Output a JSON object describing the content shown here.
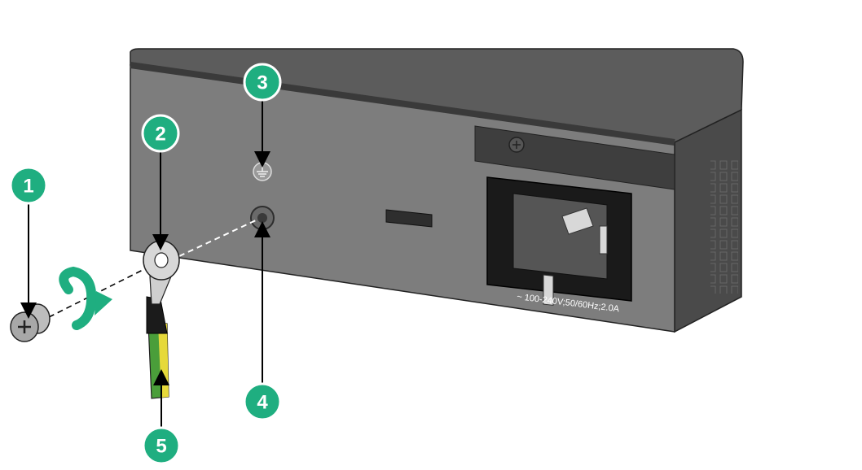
{
  "power_rating": "~ 100-240V;50/60Hz;2.0A",
  "callouts": [
    {
      "label": "1"
    },
    {
      "label": "2"
    },
    {
      "label": "3"
    },
    {
      "label": "4"
    },
    {
      "label": "5"
    }
  ],
  "colors": {
    "callout": "#1fae80",
    "chassis_front": "#7b7b7b",
    "chassis_side": "#4a4a4a",
    "chassis_top": "#5a5a5a",
    "wire_green": "#4a9e3a",
    "wire_yellow": "#e6d93a",
    "rotation_arrow": "#1fae80"
  },
  "icons": [
    "screw-icon",
    "ground-symbol-icon",
    "rotation-arrow-icon",
    "ring-terminal-icon"
  ]
}
